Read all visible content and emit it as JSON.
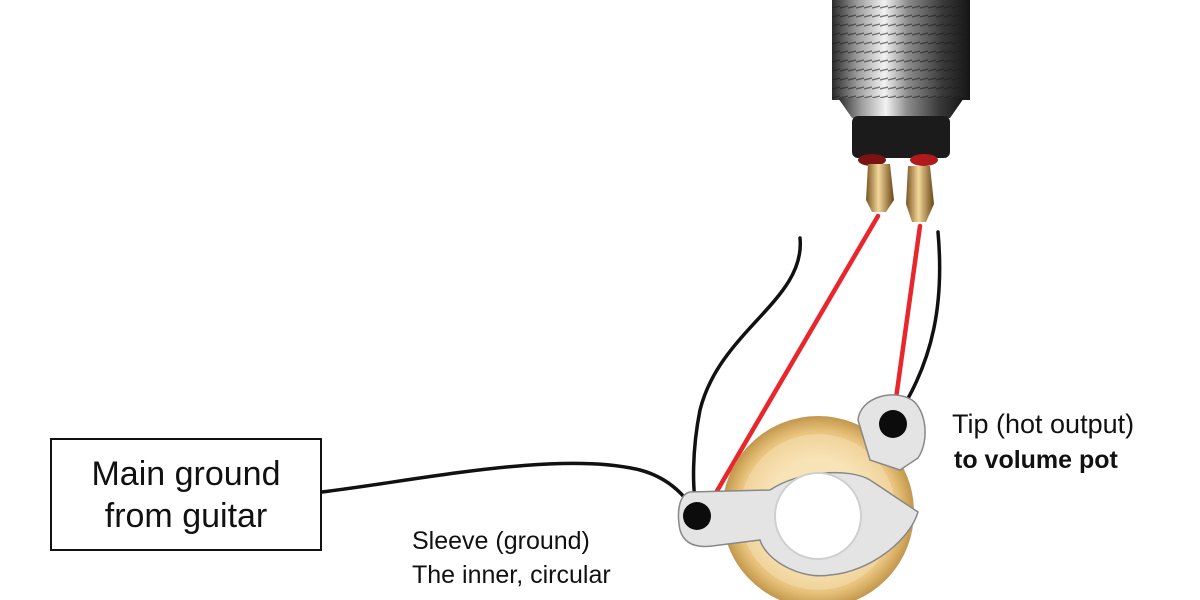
{
  "labels": {
    "main_ground": [
      "Main ground",
      "from guitar"
    ],
    "tip": {
      "line1": "Tip (hot output)",
      "line2": "to volume pot"
    },
    "sleeve": [
      "Sleeve (ground)",
      "The inner, circular"
    ]
  },
  "colors": {
    "hot_wire": "#e8262c",
    "ground_wire": "#111111",
    "jack_ring": "#e9c98a",
    "lug": "#e6e6e6"
  }
}
